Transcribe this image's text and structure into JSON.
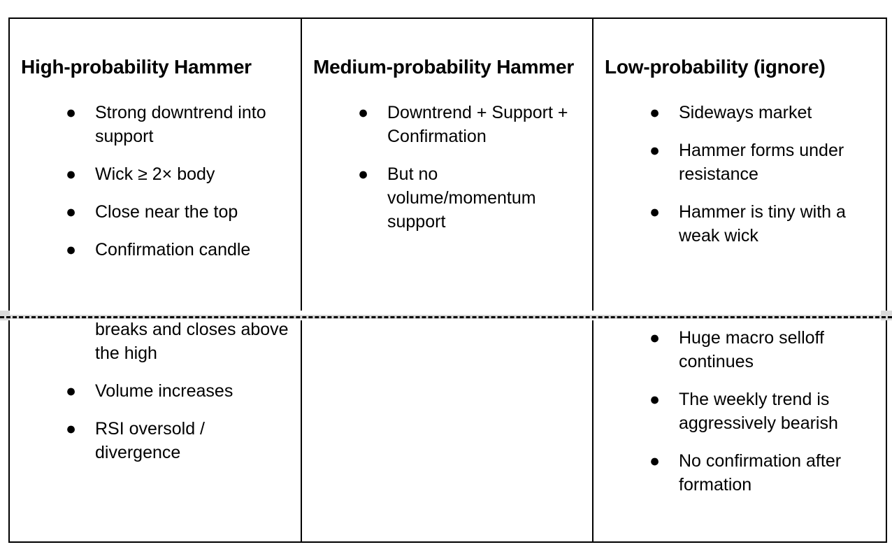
{
  "document": {
    "type": "table",
    "columns": 3,
    "rows": 2,
    "page_break_label": "page-break"
  },
  "table": {
    "headings": [
      "High-probability Hammer",
      "Medium-probability Hammer",
      "Low-probability (ignore)"
    ],
    "bullet_glyph": "●",
    "row_top": [
      {
        "bullets": [
          "Strong downtrend into support",
          "Wick ≥ 2× body",
          "Close near the top",
          "Confirmation candle"
        ]
      },
      {
        "bullets": [
          "Downtrend + Support + Confirmation",
          "But no volume/momentum support"
        ]
      },
      {
        "bullets": [
          "Sideways market",
          "Hammer forms under resistance",
          "Hammer is tiny with a weak wick"
        ]
      }
    ],
    "row_bottom": [
      {
        "continuation": "breaks and closes above the high",
        "bullets": [
          "Volume increases",
          "RSI oversold / divergence"
        ]
      },
      {
        "continuation": "",
        "bullets": []
      },
      {
        "continuation": "",
        "bullets": [
          "Huge macro selloff continues",
          "The weekly trend is aggressively bearish",
          "No confirmation after formation"
        ]
      }
    ]
  },
  "colors": {
    "text": "#000000",
    "border": "#000000",
    "background": "#ffffff",
    "page_break": "#d9d9d9"
  }
}
